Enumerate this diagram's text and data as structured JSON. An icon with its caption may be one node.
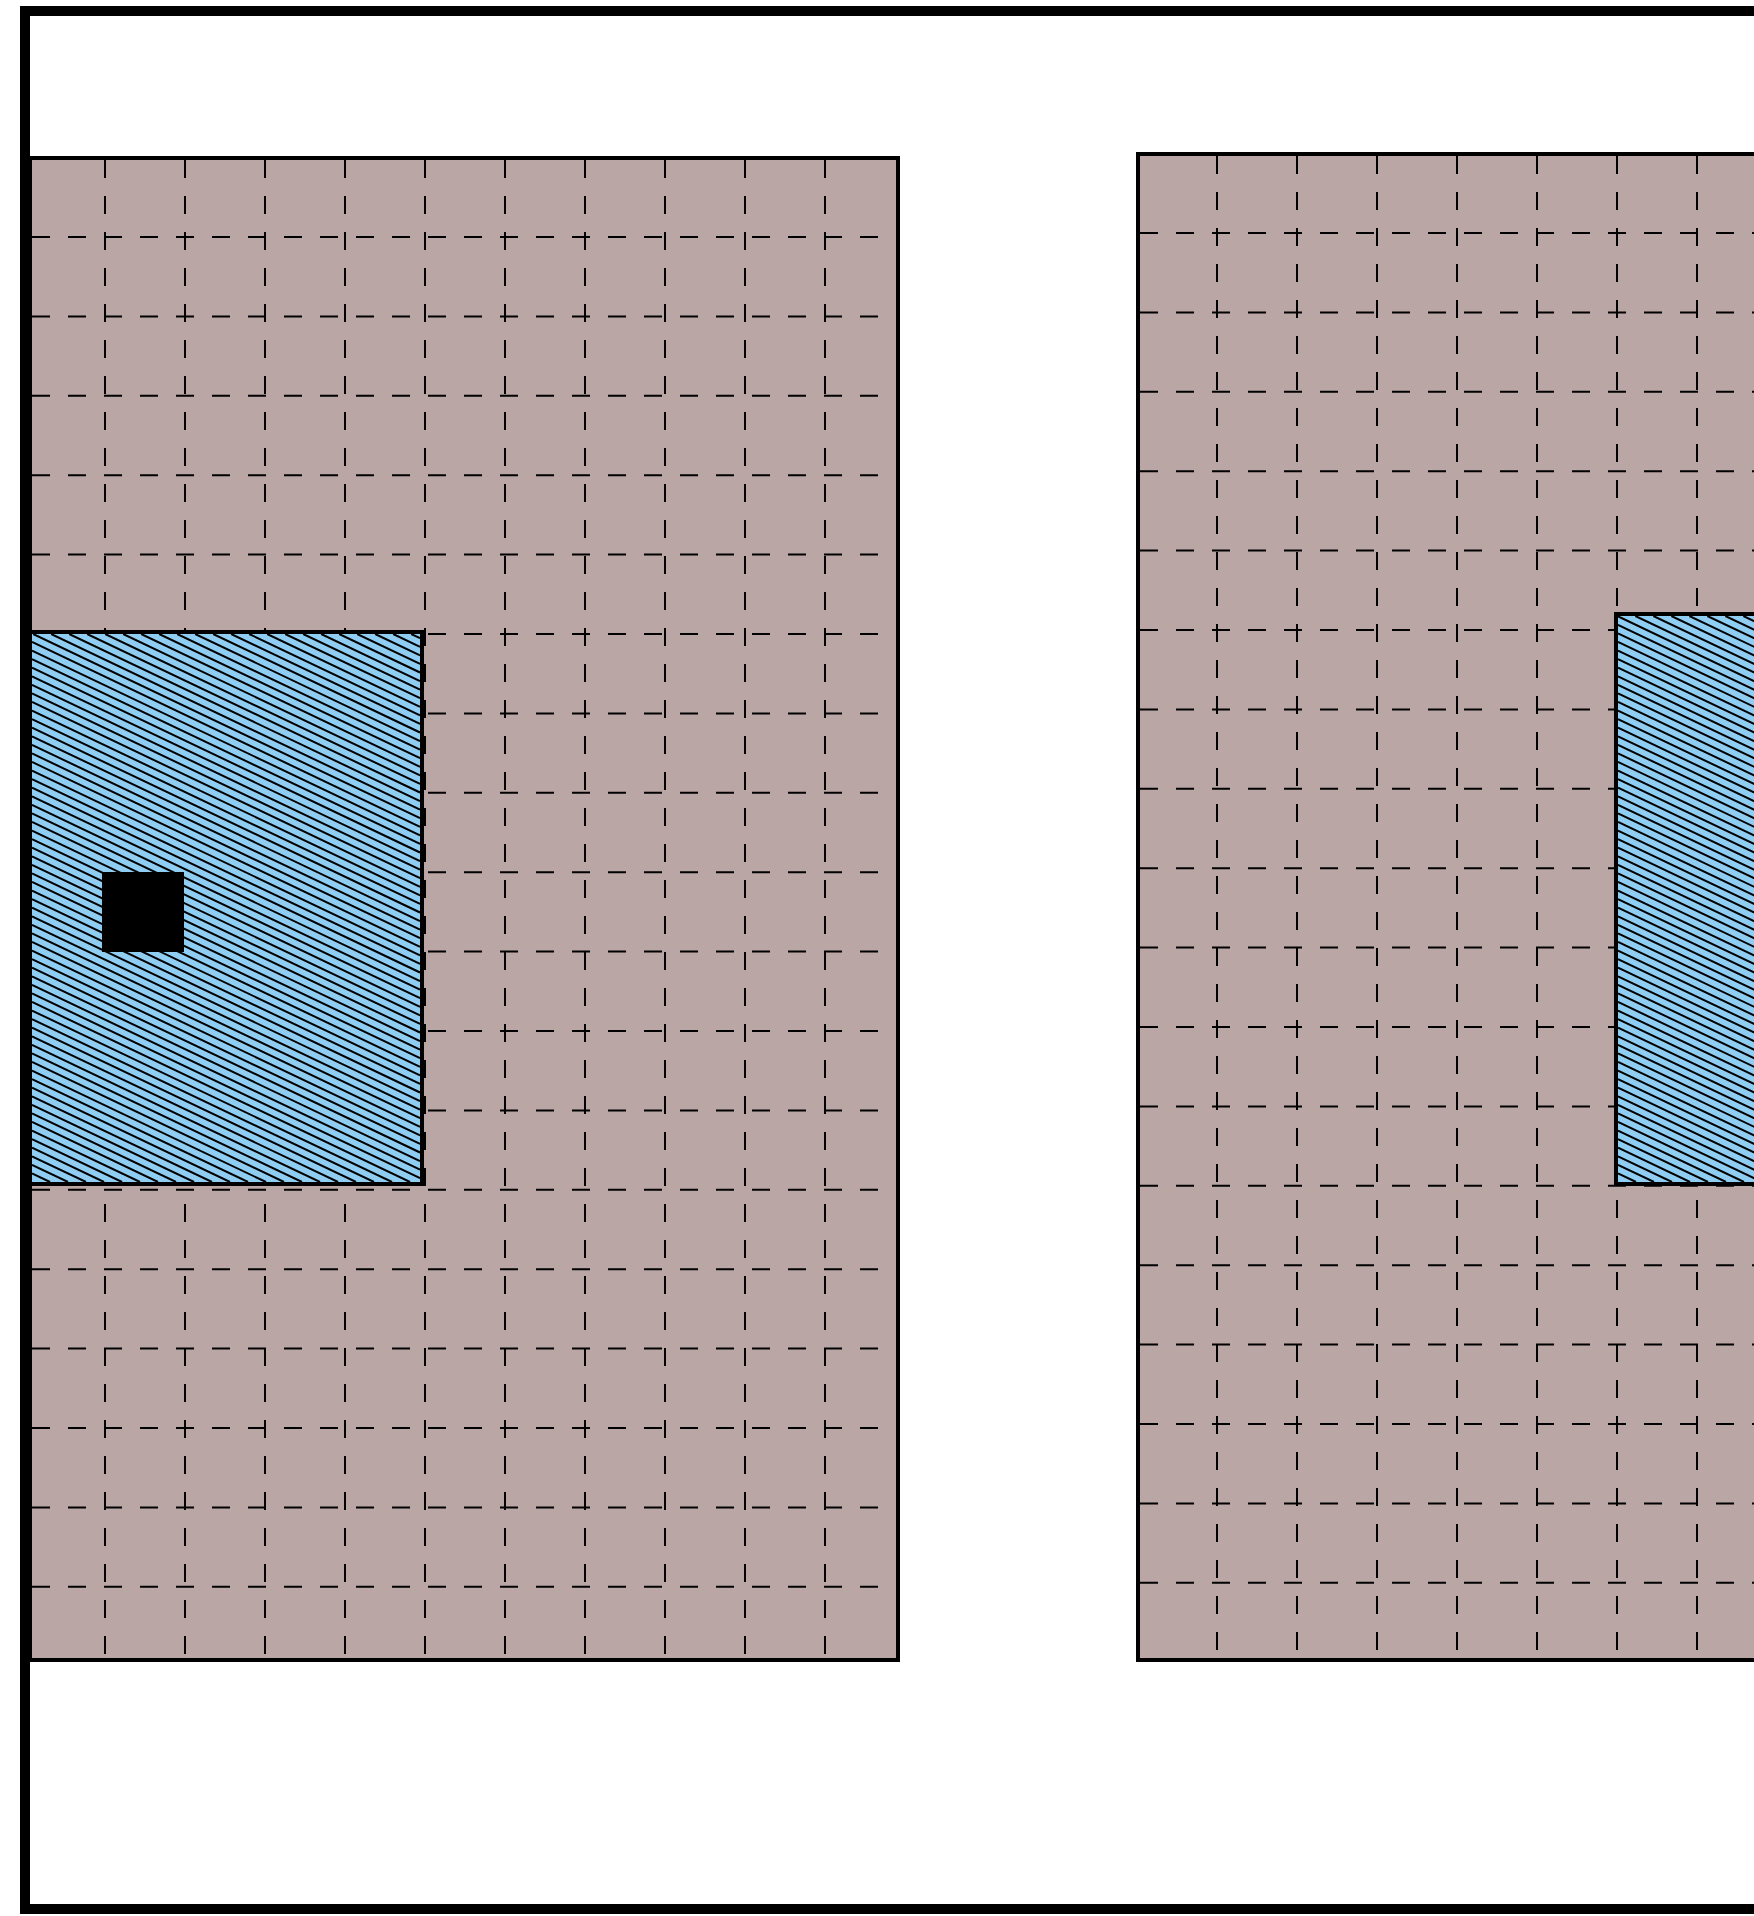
{
  "diagram": {
    "nodes": [
      {
        "text": [],
        "shape": "box"
      },
      {
        "text": [],
        "shape": "box",
        "in": 0
      },
      {
        "text": [],
        "shape": "box",
        "in": 1
      },
      {
        "text": [],
        "shape": "box"
      },
      {
        "text": [],
        "shape": "box",
        "in": 3
      }
    ]
  }
}
